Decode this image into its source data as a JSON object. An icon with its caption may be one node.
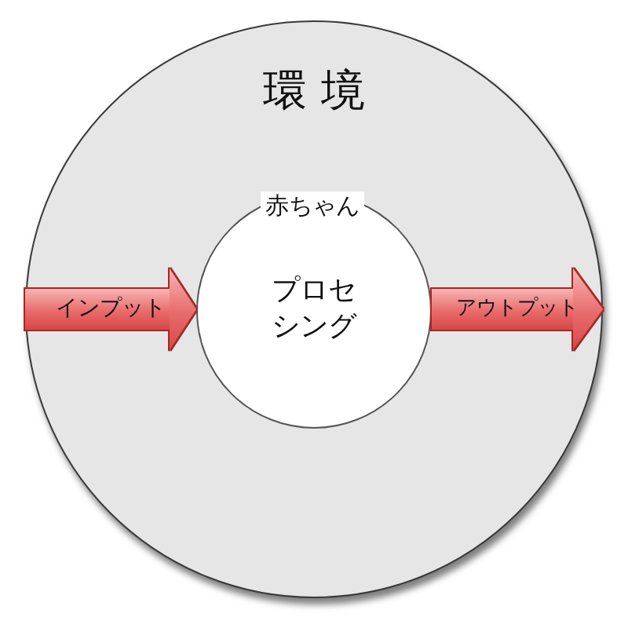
{
  "diagram": {
    "nodes": [
      {
        "text": [
          "環 境"
        ]
      },
      {
        "text": [
          "赤ちゃん",
          "プロセシング"
        ],
        "in": 0
      }
    ],
    "edges": [
      {
        "from": 0,
        "to": 1,
        "arrow": "to",
        "label": "インプット"
      },
      {
        "from": 1,
        "to": 0,
        "arrow": "to",
        "label": "アウトプット"
      }
    ]
  }
}
